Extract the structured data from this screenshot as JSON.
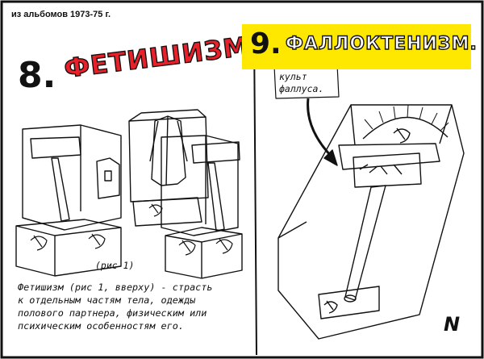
{
  "source_note": "из альбомов 1973-75 г.",
  "left_panel": {
    "number": "8.",
    "title": "ФЕТИШИЗМ",
    "figure_label": "(рис 1)",
    "caption_lines": [
      "Фетишизм (рис 1, вверху) - страсть",
      "к отдельным частям тела, одежды",
      "полового партнера, физическим или",
      "психическим особенностям его."
    ]
  },
  "right_panel": {
    "number": "9.",
    "title": "ФАЛЛОКТЕНИЗМ.",
    "callout_lines": [
      "культ",
      "фаллуса."
    ],
    "signature": "N"
  },
  "colors": {
    "title_red": "#e8202a",
    "banner_yellow": "#ffe800",
    "ink": "#111111"
  }
}
